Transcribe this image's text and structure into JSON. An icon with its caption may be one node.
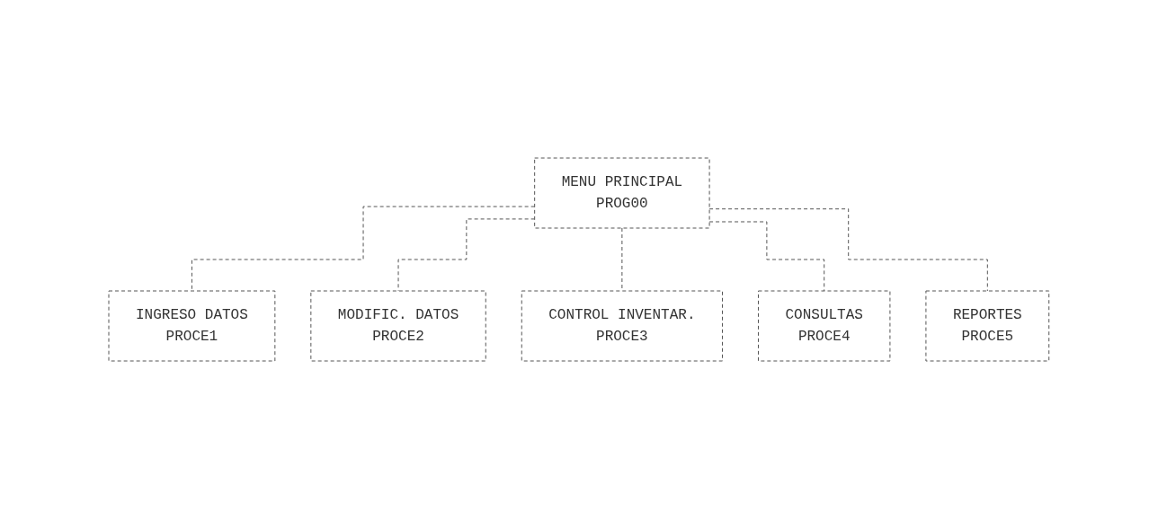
{
  "diagram": {
    "nodes": [
      {
        "text": [
          "MENU PRINCIPAL",
          "PROG00"
        ]
      },
      {
        "text": [
          "INGRESO DATOS",
          "PROCE1"
        ]
      },
      {
        "text": [
          "MODIFIC. DATOS",
          "PROCE2"
        ]
      },
      {
        "text": [
          "CONTROL INVENTAR.",
          "PROCE3"
        ]
      },
      {
        "text": [
          "CONSULTAS",
          "PROCE4"
        ]
      },
      {
        "text": [
          "REPORTES",
          "PROCE5"
        ]
      }
    ],
    "edges": [
      {
        "from": 0,
        "to": 1,
        "arrow": "none",
        "style": "dashed"
      },
      {
        "from": 0,
        "to": 2,
        "arrow": "none",
        "style": "dashed"
      },
      {
        "from": 0,
        "to": 3,
        "arrow": "none",
        "style": "dashed"
      },
      {
        "from": 0,
        "to": 4,
        "arrow": "none",
        "style": "dashed"
      },
      {
        "from": 0,
        "to": 5,
        "arrow": "none",
        "style": "dashed"
      }
    ]
  }
}
